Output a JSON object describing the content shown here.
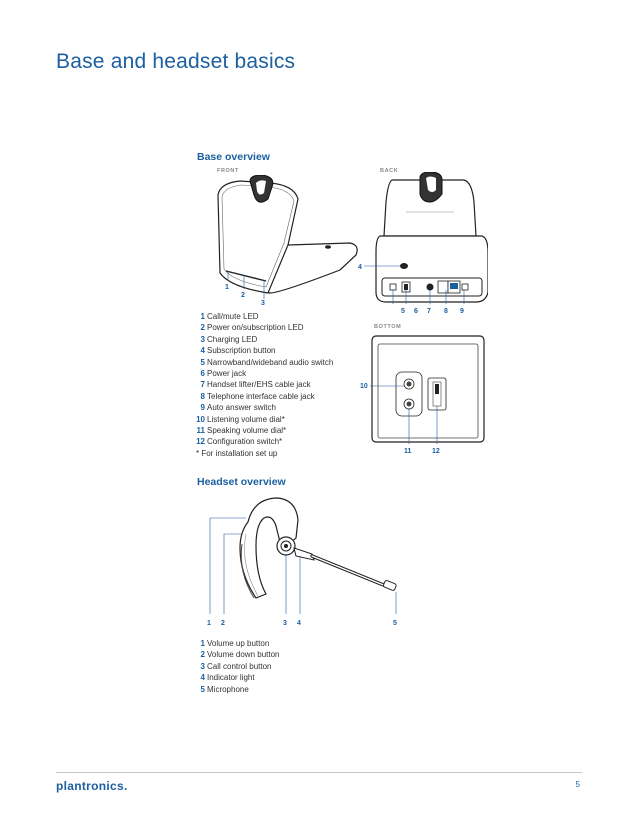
{
  "page": {
    "title": "Base and headset basics",
    "page_number": "5",
    "logo": "plantronics."
  },
  "base_overview": {
    "heading": "Base overview",
    "labels": {
      "front": "FRONT",
      "back": "BACK",
      "bottom": "BOTTOM"
    },
    "callouts": [
      "1",
      "2",
      "3",
      "4",
      "5",
      "6",
      "7",
      "8",
      "9",
      "10",
      "11",
      "12"
    ],
    "items": [
      {
        "num": "1",
        "text": "Call/mute LED"
      },
      {
        "num": "2",
        "text": "Power on/subscription LED"
      },
      {
        "num": "3",
        "text": "Charging LED"
      },
      {
        "num": "4",
        "text": "Subscription button"
      },
      {
        "num": "5",
        "text": "Narrowband/wideband audio switch"
      },
      {
        "num": "6",
        "text": "Power jack"
      },
      {
        "num": "7",
        "text": "Handset lifter/EHS cable jack"
      },
      {
        "num": "8",
        "text": "Telephone interface cable jack"
      },
      {
        "num": "9",
        "text": "Auto answer switch"
      },
      {
        "num": "10",
        "text": "Listening volume dial*"
      },
      {
        "num": "11",
        "text": "Speaking volume dial*"
      },
      {
        "num": "12",
        "text": "Configuration switch*"
      }
    ],
    "note": "* For installation set up"
  },
  "headset_overview": {
    "heading": "Headset overview",
    "callouts": [
      "1",
      "2",
      "3",
      "4",
      "5"
    ],
    "items": [
      {
        "num": "1",
        "text": "Volume up button"
      },
      {
        "num": "2",
        "text": "Volume down button"
      },
      {
        "num": "3",
        "text": "Call control button"
      },
      {
        "num": "4",
        "text": "Indicator light"
      },
      {
        "num": "5",
        "text": "Microphone"
      }
    ]
  }
}
